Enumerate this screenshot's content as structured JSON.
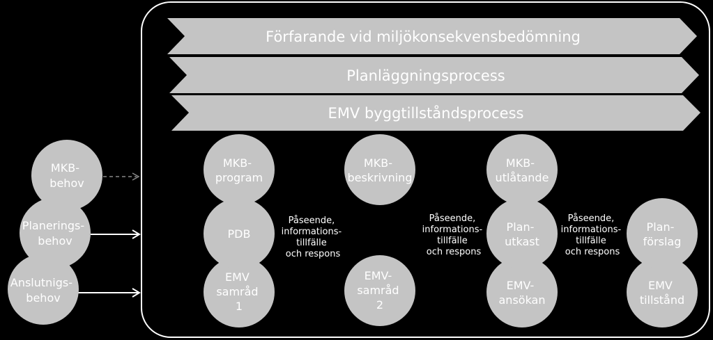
{
  "banners": [
    {
      "label": "Förfarande vid miljökonsekvensbedömning"
    },
    {
      "label": "Planläggningsprocess"
    },
    {
      "label": "EMV byggtillståndsprocess"
    }
  ],
  "needs": [
    {
      "lines": [
        "MKB-",
        "behov"
      ]
    },
    {
      "lines": [
        "Planerings-",
        "behov"
      ]
    },
    {
      "lines": [
        "Anslutnigs-",
        "behov"
      ]
    }
  ],
  "steps": {
    "mkb_program": {
      "lines": [
        "MKB-",
        "program"
      ]
    },
    "mkb_beskrivning": {
      "lines": [
        "MKB-",
        "beskrivning"
      ]
    },
    "mkb_utlatande": {
      "lines": [
        "MKB-",
        "utlåtande"
      ]
    },
    "pdb": {
      "lines": [
        "PDB"
      ]
    },
    "plan_utkast": {
      "lines": [
        "Plan-",
        "utkast"
      ]
    },
    "plan_forslag": {
      "lines": [
        "Plan-",
        "förslag"
      ]
    },
    "emv_samrad_1": {
      "lines": [
        "EMV",
        "samråd",
        "1"
      ]
    },
    "emv_samrad_2": {
      "lines": [
        "EMV-",
        "samråd",
        "2"
      ]
    },
    "emv_ansokan": {
      "lines": [
        "EMV-",
        "ansökan"
      ]
    },
    "emv_tillstand": {
      "lines": [
        "EMV",
        "tillstånd"
      ]
    }
  },
  "notes": [
    {
      "lines": [
        "Påseende,",
        "informations-",
        "tillfälle",
        "och respons"
      ]
    },
    {
      "lines": [
        "Påseende,",
        "informations-",
        "tillfälle",
        "och respons"
      ]
    },
    {
      "lines": [
        "Påseende,",
        "informations-",
        "tillfälle",
        "och respons"
      ]
    }
  ],
  "colors": {
    "background": "#000000",
    "shape_fill": "#c4c4c4",
    "text": "#ffffff",
    "frame": "#ffffff"
  }
}
